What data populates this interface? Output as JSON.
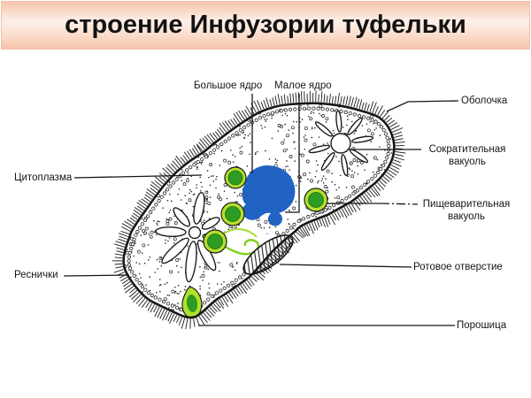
{
  "title": "строение Инфузории туфельки",
  "diagram": {
    "subject": "Paramecium (Инфузория туфелька) structure",
    "labels": {
      "macronucleus": "Большое ядро",
      "micronucleus": "Малое ядро",
      "membrane": "Оболочка",
      "contractile_vacuole": "Сократительная вакуоль",
      "digestive_vacuole": "Пищеварительная вакуоль",
      "oral_opening": "Ротовое отверстие",
      "anal_pore": "Порошица",
      "cytoplasm": "Цитоплазма",
      "cilia": "Реснички"
    },
    "colors": {
      "nucleus_blue": "#2163c3",
      "vacuole_green": "#2e9b22",
      "vacuole_rim_chartreuse": "#b4e02c",
      "ink_black": "#161616",
      "title_peach_top": "#f5c4ac",
      "title_peach_light": "#fdf0e9"
    }
  }
}
